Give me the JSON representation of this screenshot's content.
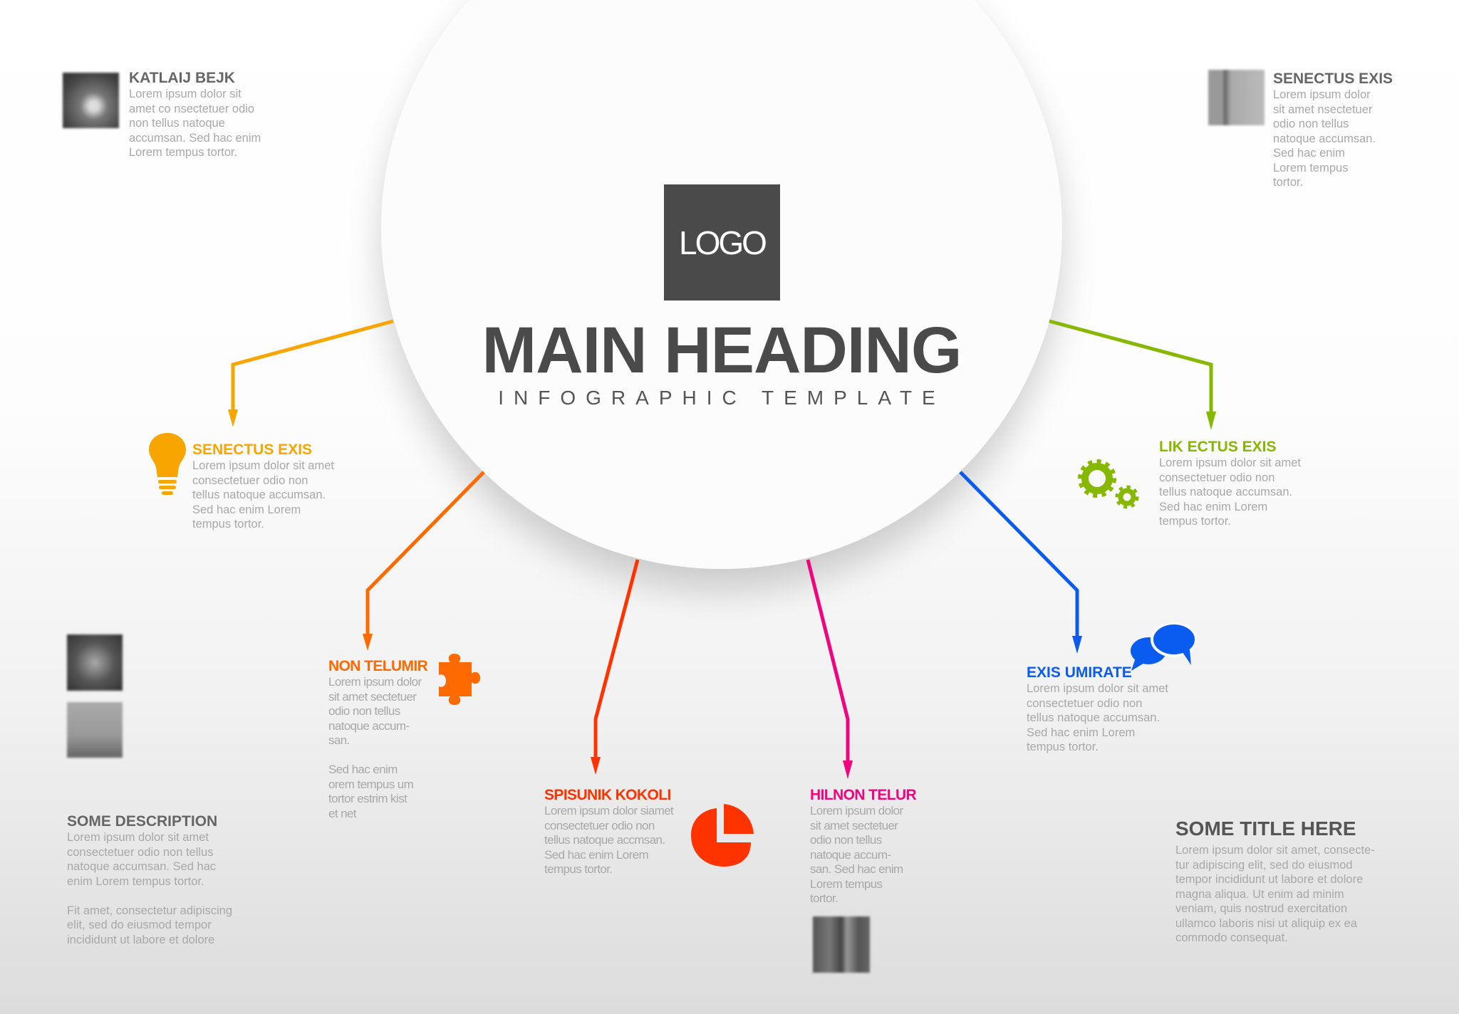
{
  "logo": "LOGO",
  "main_heading": "MAIN HEADING",
  "subtitle": "INFOGRAPHIC TEMPLATE",
  "colors": {
    "yellow": "#F9A500",
    "orange": "#FF6A00",
    "red": "#FF3300",
    "pink": "#F0057F",
    "blue": "#0A5CF0",
    "green": "#86B800",
    "heading": "#666666",
    "text": "#A8A8A8"
  },
  "corner_tl": {
    "title": "KATLAIJ BEJK",
    "body": "Lorem ipsum dolor sit\namet co nsectetuer odio\nnon tellus natoque\naccumsan. Sed hac enim\nLorem tempus tortor."
  },
  "corner_tr": {
    "title": "SENECTUS EXIS",
    "body": "Lorem ipsum dolor\nsit amet nsectetuer\nodio non tellus\nnatoque accumsan.\nSed hac enim\nLorem tempus\ntortor."
  },
  "items": [
    {
      "title": "SENECTUS EXIS",
      "icon": "lightbulb-icon",
      "body": "Lorem ipsum dolor sit amet\nconsectetuer odio non\ntellus natoque accumsan.\nSed hac enim Lorem\ntempus tortor."
    },
    {
      "title": "NON TELUMIR",
      "icon": "puzzle-icon",
      "body": "Lorem ipsum dolor\nsit amet sectetuer\nodio non tellus\nnatoque accum-\nsan.\n\nSed hac enim\norem tempus um\ntortor estrim kist\net net"
    },
    {
      "title": "SPISUNIK KOKOLI",
      "icon": "pie-chart-icon",
      "body": "Lorem ipsum dolor siamet\nconsectetuer odio non\ntellus natoque accmsan.\nSed hac enim Lorem\ntempus tortor."
    },
    {
      "title": "HILNON TELUR",
      "icon": "none",
      "body": "Lorem ipsum dolor\nsit amet sectetuer\nodio non tellus\nnatoque accum-\nsan. Sed hac enim\nLorem tempus\ntortor."
    },
    {
      "title": "EXIS UMIRATE",
      "icon": "chat-bubbles-icon",
      "body": "Lorem ipsum dolor sit amet\nconsectetuer odio non\ntellus natoque accumsan.\nSed hac enim Lorem\ntempus tortor."
    },
    {
      "title": "LIK ECTUS EXIS",
      "icon": "gears-icon",
      "body": "Lorem ipsum dolor sit amet\nconsectetuer odio non\ntellus natoque accumsan.\nSed hac enim Lorem\ntempus tortor."
    }
  ],
  "description": {
    "title": "SOME DESCRIPTION",
    "body": "Lorem ipsum dolor sit amet\nconsectetuer odio non tellus\nnatoque accumsan. Sed hac\nenim Lorem tempus tortor.\n\nFit amet, consectetur adipiscing\nelit, sed do eiusmod tempor\nincididunt ut labore et dolore"
  },
  "some_title": {
    "title": "SOME TITLE HERE",
    "body": "Lorem ipsum dolor sit amet, consecte-\ntur adipiscing elit, sed do eiusmod\ntempor incididunt ut labore et dolore\nmagna aliqua. Ut enim ad minim\nveniam, quis nostrud exercitation\nullamco laboris nisi ut aliquip ex ea\ncommodo consequat."
  }
}
